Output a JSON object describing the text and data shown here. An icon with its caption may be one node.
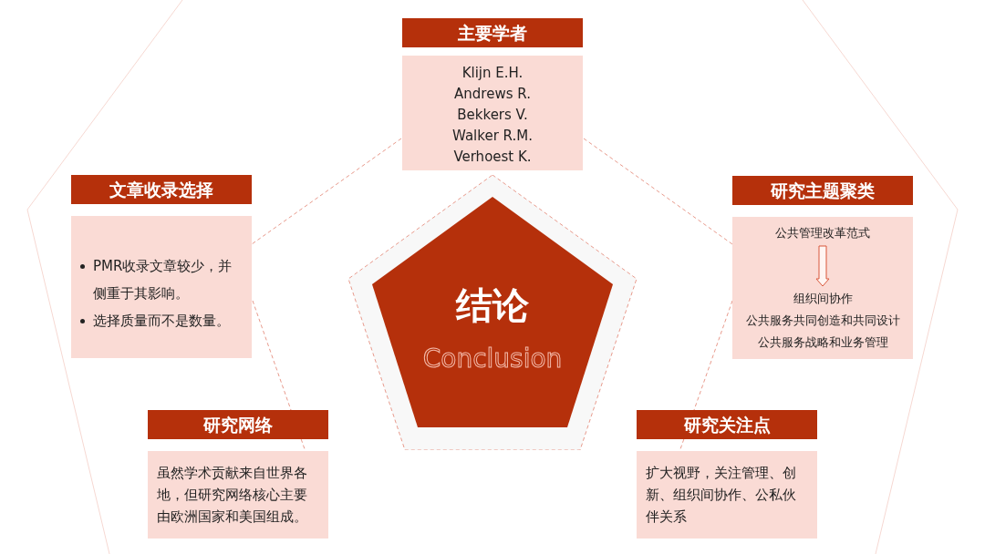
{
  "diagram": {
    "nodes": [
      {
        "text": [
          "结论",
          "Conclusion"
        ]
      },
      {
        "text": [
          "主要学者",
          "Klijn E.H.",
          "Andrews R.",
          "Bekkers V.",
          "Walker R.M.",
          "Verhoest K."
        ]
      },
      {
        "text": [
          "文章收录选择",
          "PMR收录文章较少，并侧重于其影响。",
          "选择质量而不是数量。"
        ]
      },
      {
        "text": [
          "研究主题聚类"
        ]
      },
      {
        "text": [
          "公共管理改革范式"
        ],
        "in": 3
      },
      {
        "text": [
          "组织间协作",
          "公共服务共同创造和共同设计",
          "公共服务战略和业务管理"
        ],
        "in": 3
      },
      {
        "text": [
          "研究网络",
          "虽然学术贡献来自世界各地，但研究网络核心主要由欧洲国家和美国组成。"
        ]
      },
      {
        "text": [
          "研究关注点",
          "扩大视野，关注管理、创新、组织间协作、公私伙伴关系"
        ]
      }
    ],
    "edges": [
      {
        "from": 4,
        "to": 5,
        "arrow": "to"
      }
    ]
  }
}
